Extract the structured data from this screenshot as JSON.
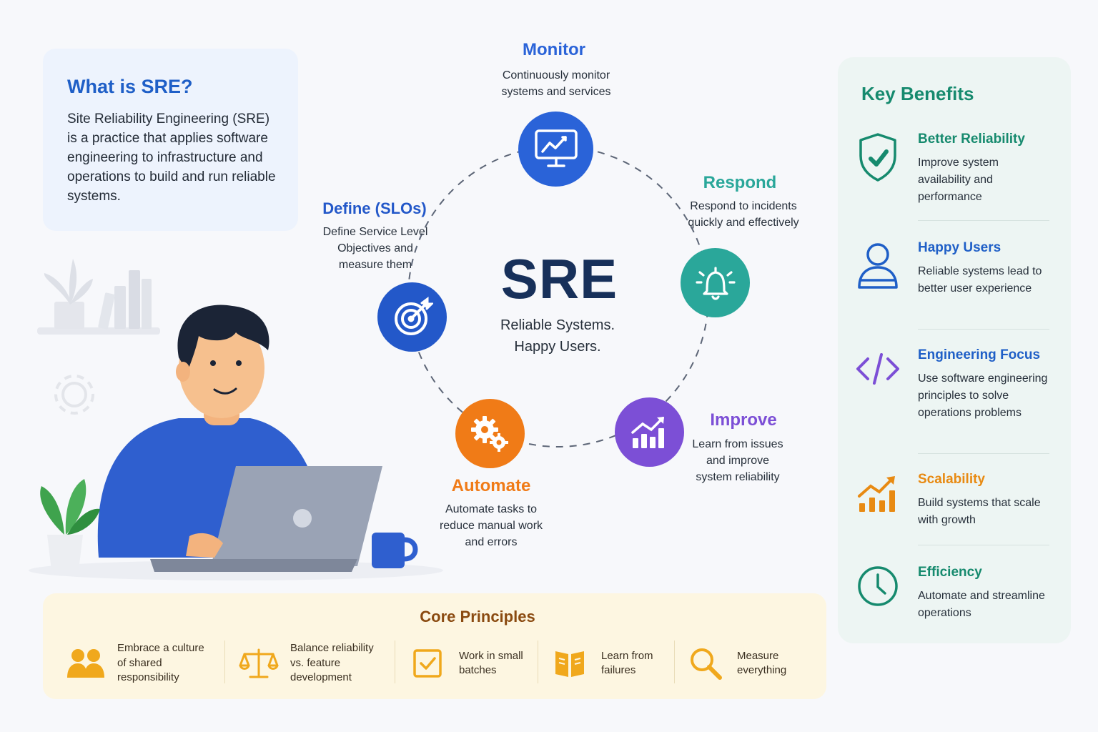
{
  "intro": {
    "title": "What is SRE?",
    "text": "Site Reliability Engineering (SRE) is a practice that applies software engineering to infrastructure and operations to build and run reliable systems."
  },
  "center": {
    "title": "SRE",
    "line1": "Reliable Systems.",
    "line2": "Happy Users."
  },
  "stages": [
    {
      "key": "monitor",
      "title": "Monitor",
      "desc": [
        "Continuously monitor",
        "systems and services"
      ],
      "color": "#2a63d8",
      "icon": "monitor-chart-icon"
    },
    {
      "key": "respond",
      "title": "Respond",
      "desc": [
        "Respond to incidents",
        "quickly and effectively"
      ],
      "color": "#2aa79a",
      "icon": "bell-icon"
    },
    {
      "key": "improve",
      "title": "Improve",
      "desc": [
        "Learn from issues",
        "and improve",
        "system reliability"
      ],
      "color": "#7c4fd6",
      "icon": "growth-chart-icon"
    },
    {
      "key": "automate",
      "title": "Automate",
      "desc": [
        "Automate tasks to",
        "reduce manual work",
        "and errors"
      ],
      "color": "#f07b17",
      "icon": "gears-icon"
    },
    {
      "key": "define",
      "title": "Define (SLOs)",
      "desc": [
        "Define Service Level",
        "Objectives and",
        "measure them"
      ],
      "color": "#2358c9",
      "icon": "target-icon"
    }
  ],
  "benefits": {
    "title": "Key Benefits",
    "items": [
      {
        "title": "Better Reliability",
        "desc": "Improve system availability and performance",
        "color": "#168a6e",
        "icon": "shield-check-icon"
      },
      {
        "title": "Happy Users",
        "desc": "Reliable systems lead to better user experience",
        "color": "#1f5fc7",
        "icon": "user-icon"
      },
      {
        "title": "Engineering Focus",
        "desc": "Use software engineering principles to solve operations problems",
        "color": "#1f5fc7",
        "icon": "code-icon"
      },
      {
        "title": "Scalability",
        "desc": "Build systems that scale with growth",
        "color": "#e88a12",
        "icon": "scaling-chart-icon"
      },
      {
        "title": "Efficiency",
        "desc": "Automate and streamline operations",
        "color": "#168a6e",
        "icon": "clock-icon"
      }
    ]
  },
  "core": {
    "title": "Core Principles",
    "items": [
      {
        "text": [
          "Embrace a culture",
          "of shared",
          "responsibility"
        ],
        "icon": "people-icon"
      },
      {
        "text": [
          "Balance reliability",
          "vs. feature",
          "development"
        ],
        "icon": "balance-scale-icon"
      },
      {
        "text": [
          "Work in small",
          "batches"
        ],
        "icon": "checkbox-icon"
      },
      {
        "text": [
          "Learn from",
          "failures"
        ],
        "icon": "book-icon"
      },
      {
        "text": [
          "Measure",
          "everything"
        ],
        "icon": "magnifier-icon"
      }
    ],
    "icon_color": "#f0a81c"
  }
}
